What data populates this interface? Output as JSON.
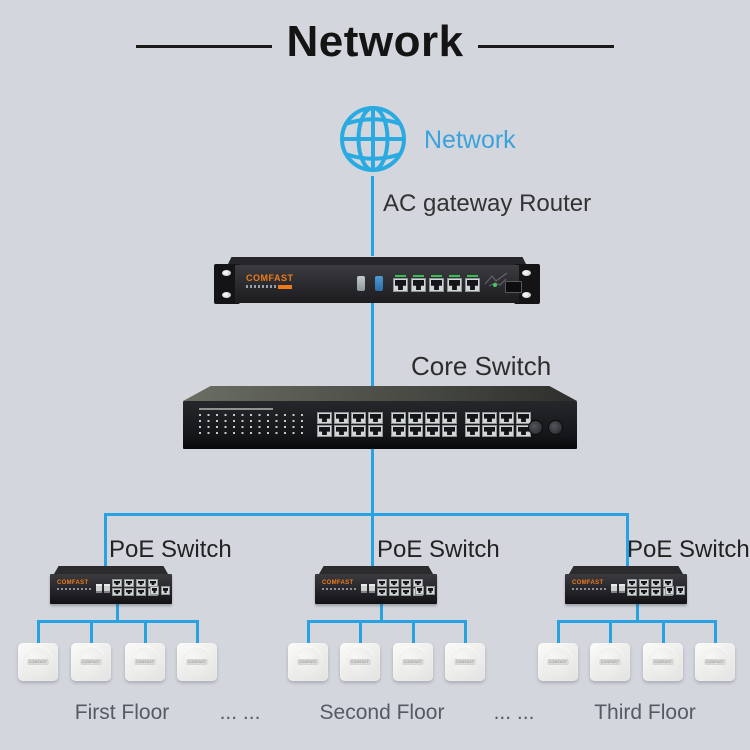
{
  "title": "Network",
  "internet": {
    "label": "Network"
  },
  "router": {
    "label": "AC gateway Router"
  },
  "core_switch": {
    "label": "Core Switch"
  },
  "brand": "COMFAST",
  "poe_switches": [
    {
      "label": "PoE Switch"
    },
    {
      "label": "PoE Switch"
    },
    {
      "label": "PoE Switch"
    }
  ],
  "floors": [
    {
      "label": "First Floor"
    },
    {
      "label": "... ..."
    },
    {
      "label": "Second Floor"
    },
    {
      "label": "... ..."
    },
    {
      "label": "Third Floor"
    }
  ],
  "colors": {
    "background": "#d4d6dd",
    "line": "#29a2e2",
    "globe": "#29abe2",
    "brand_orange": "#ed7b1c",
    "title_text": "#141414",
    "label_text": "#2e2e2e",
    "floor_text": "#555a64"
  }
}
